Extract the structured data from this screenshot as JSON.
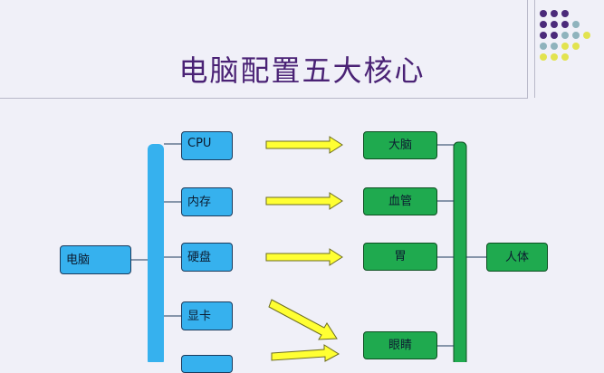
{
  "slide": {
    "title": "电脑配置五大核心"
  },
  "diagram": {
    "source": "电脑",
    "components": [
      "CPU",
      "内存",
      "硬盘",
      "显卡",
      ""
    ],
    "organs": [
      "大脑",
      "血管",
      "胃",
      "眼睛"
    ],
    "target": "人体"
  },
  "colors": {
    "title": "#4a2275",
    "component_fill": "#36b1ee",
    "organ_fill": "#1faa4f",
    "arrow_fill": "#ffff33",
    "dot_purple": "#4b2a7a",
    "dot_teal": "#8fb3bd",
    "dot_yellow": "#e2e34f"
  }
}
